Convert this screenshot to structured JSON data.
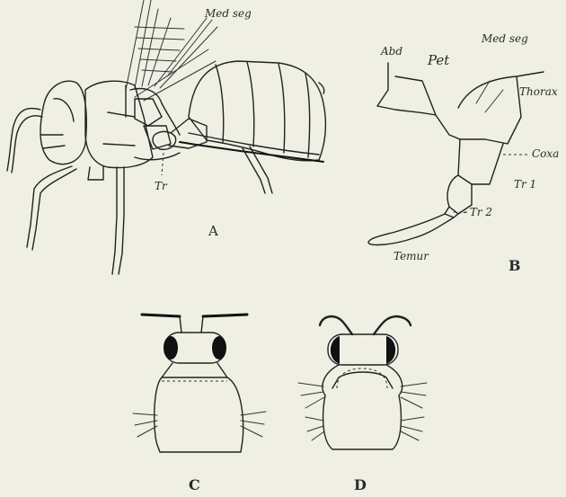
{
  "panels": {
    "a": {
      "letter": "A",
      "labels": {
        "med_seg": "Med seg",
        "tr": "Tr"
      }
    },
    "b": {
      "letter": "B",
      "labels": {
        "abd": "Abd",
        "pet": "Pet",
        "med_seg": "Med seg",
        "thorax": "Thorax",
        "coxa": "Coxa",
        "tr1": "Tr 1",
        "tr2": "- Tr 2",
        "femur": "Temur"
      }
    },
    "c": {
      "letter": "C"
    },
    "d": {
      "letter": "D"
    }
  }
}
